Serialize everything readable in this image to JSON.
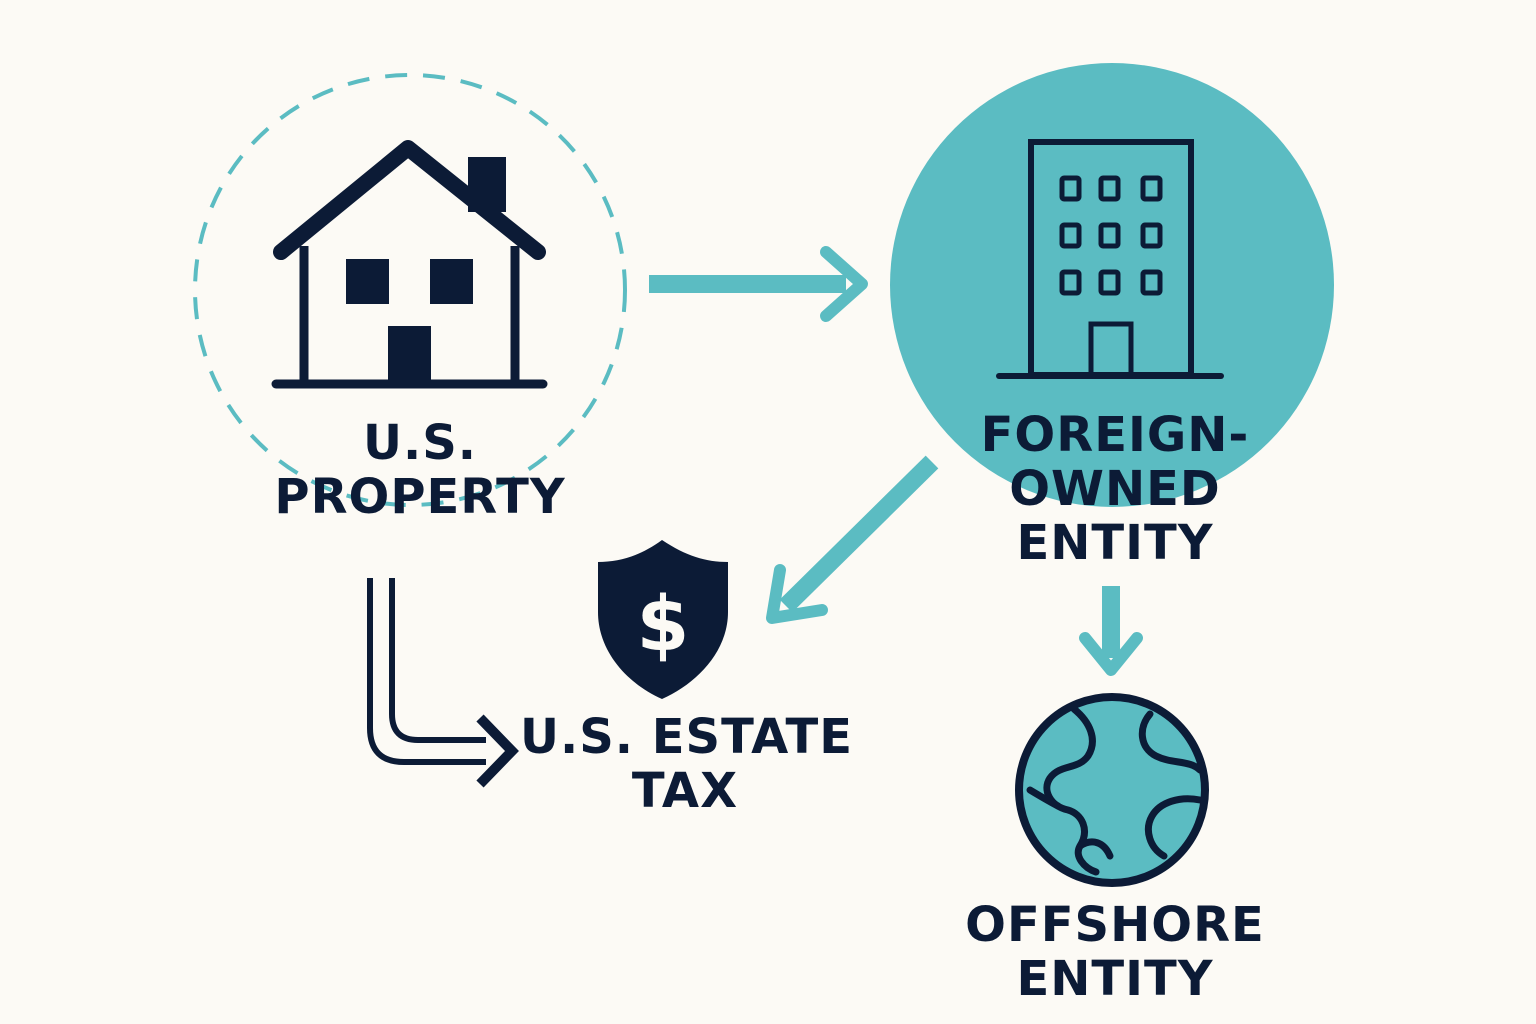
{
  "colors": {
    "navy": "#0c1b36",
    "teal": "#5bbcc2",
    "background": "#fcfaf5"
  },
  "nodes": {
    "us_property": {
      "icon": "house-icon",
      "line1": "U.S.",
      "line2": "PROPERTY"
    },
    "foreign_entity": {
      "icon": "office-building-icon",
      "line1": "FOREIGN-",
      "line2": "OWNED",
      "line3": "ENTITY"
    },
    "estate_tax": {
      "icon": "shield-dollar-icon",
      "line1": "U.S. ESTATE",
      "line2": "TAX"
    },
    "offshore_entity": {
      "icon": "globe-icon",
      "line1": "OFFSHORE",
      "line2": "ENTITY"
    }
  },
  "edges": [
    {
      "from": "us_property",
      "to": "foreign_entity"
    },
    {
      "from": "foreign_entity",
      "to": "estate_tax"
    },
    {
      "from": "foreign_entity",
      "to": "offshore_entity"
    },
    {
      "from": "us_property",
      "to": "estate_tax"
    }
  ]
}
